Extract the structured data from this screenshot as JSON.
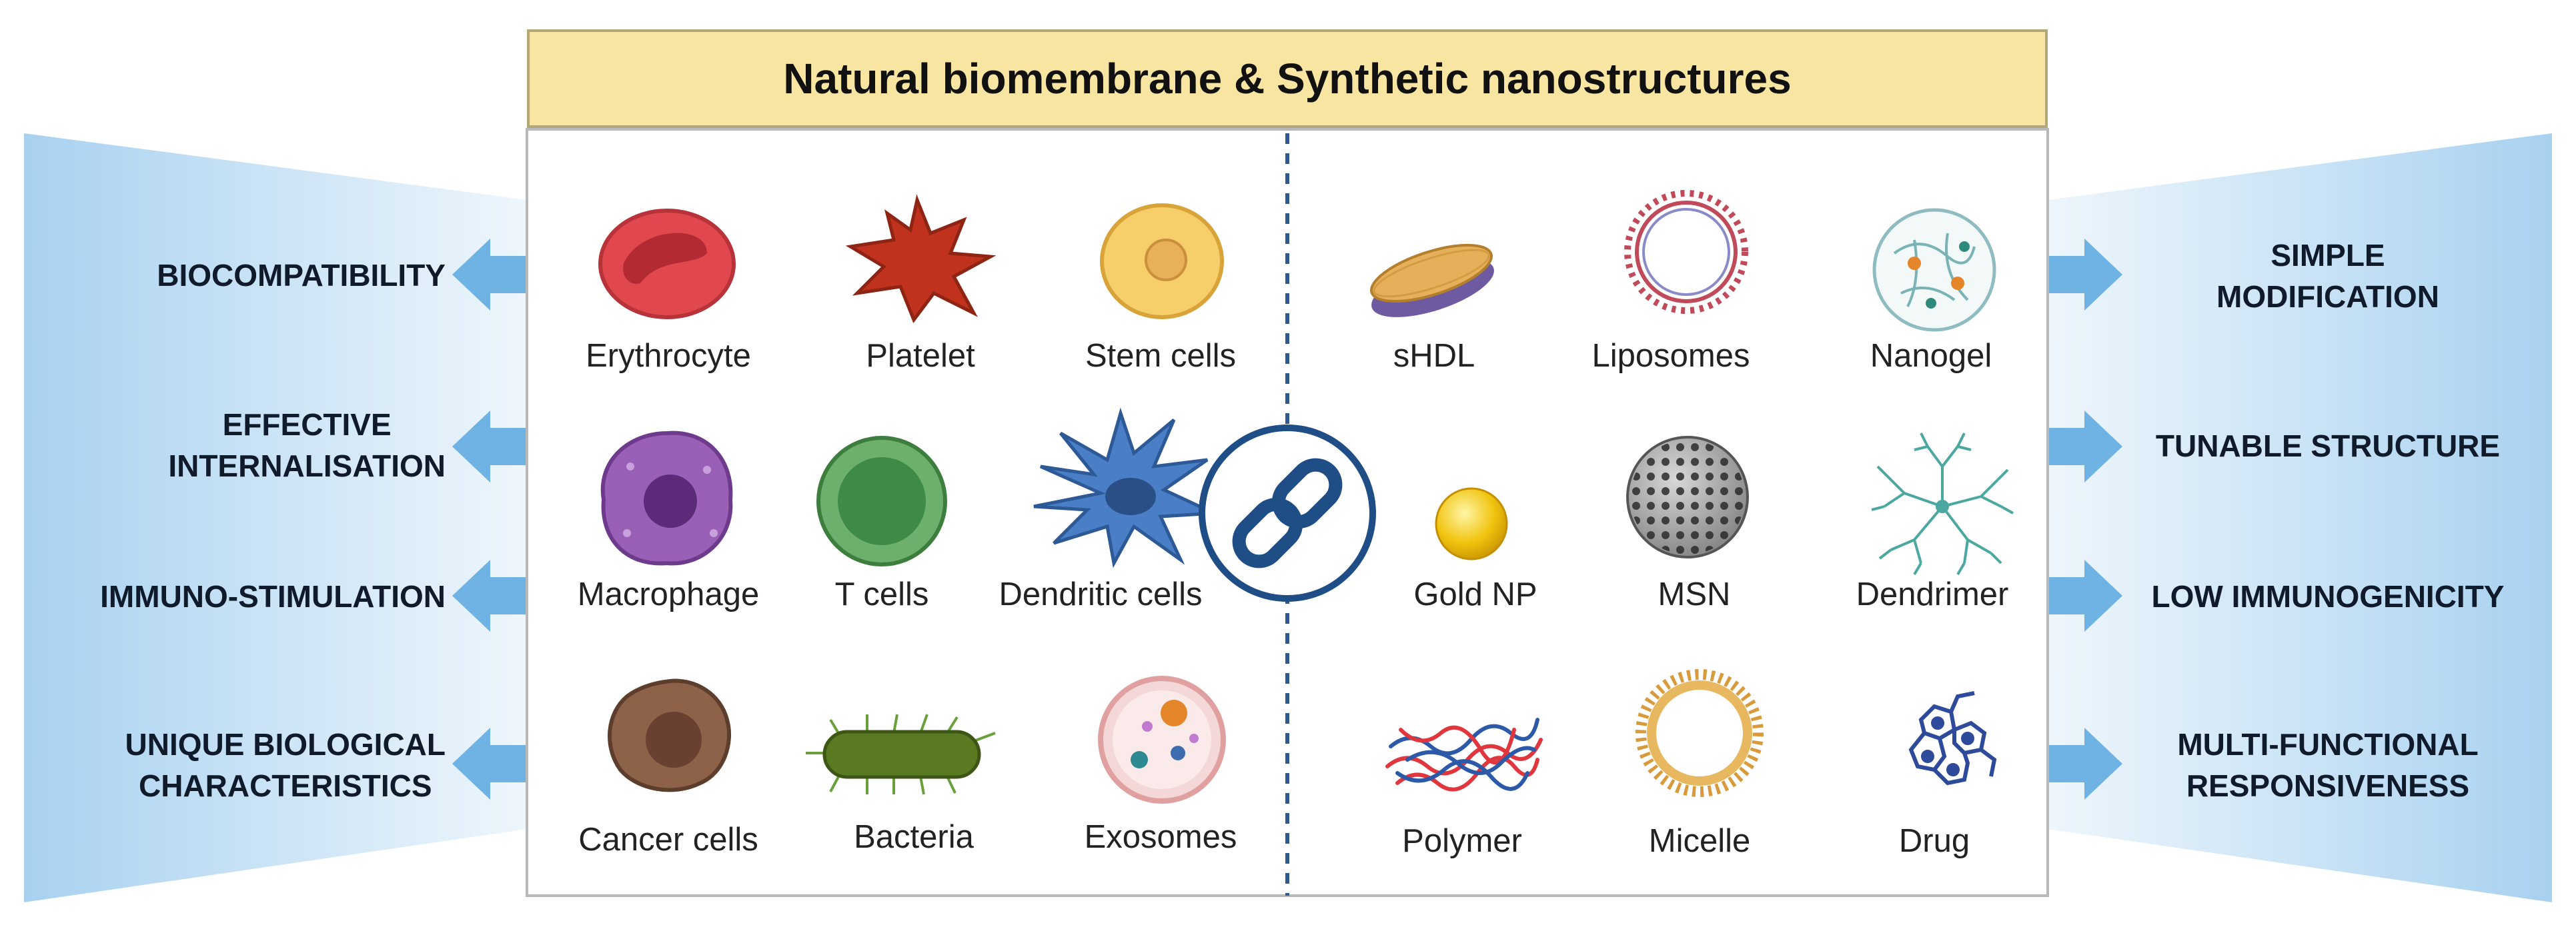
{
  "header": {
    "title": "Natural biomembrane  &  Synthetic nanostructures"
  },
  "natural": {
    "items": [
      {
        "label": "Erythrocyte",
        "icon": "erythrocyte-icon"
      },
      {
        "label": "Platelet",
        "icon": "platelet-icon"
      },
      {
        "label": "Stem cells",
        "icon": "stem-cell-icon"
      },
      {
        "label": "Macrophage",
        "icon": "macrophage-icon"
      },
      {
        "label": "T cells",
        "icon": "t-cell-icon"
      },
      {
        "label": "Dendritic cells",
        "icon": "dendritic-cell-icon"
      },
      {
        "label": "Cancer cells",
        "icon": "cancer-cell-icon"
      },
      {
        "label": "Bacteria",
        "icon": "bacteria-icon"
      },
      {
        "label": "Exosomes",
        "icon": "exosome-icon"
      }
    ],
    "properties": [
      {
        "lines": [
          "BIOCOMPATIBILITY"
        ]
      },
      {
        "lines": [
          "EFFECTIVE",
          "INTERNALISATION"
        ]
      },
      {
        "lines": [
          "IMMUNO-STIMULATION"
        ]
      },
      {
        "lines": [
          "UNIQUE BIOLOGICAL",
          "CHARACTERISTICS"
        ]
      }
    ]
  },
  "synthetic": {
    "items": [
      {
        "label": "sHDL",
        "icon": "shdl-icon"
      },
      {
        "label": "Liposomes",
        "icon": "liposome-icon"
      },
      {
        "label": "Nanogel",
        "icon": "nanogel-icon"
      },
      {
        "label": "Gold NP",
        "icon": "gold-np-icon"
      },
      {
        "label": "MSN",
        "icon": "msn-icon"
      },
      {
        "label": "Dendrimer",
        "icon": "dendrimer-icon"
      },
      {
        "label": "Polymer",
        "icon": "polymer-icon"
      },
      {
        "label": "Micelle",
        "icon": "micelle-icon"
      },
      {
        "label": "Drug",
        "icon": "drug-icon"
      }
    ],
    "properties": [
      {
        "lines": [
          "SIMPLE",
          "MODIFICATION"
        ]
      },
      {
        "lines": [
          "TUNABLE STRUCTURE"
        ]
      },
      {
        "lines": [
          "LOW IMMUNOGENICITY"
        ]
      },
      {
        "lines": [
          "MULTI-FUNCTIONAL",
          "RESPONSIVENESS"
        ]
      }
    ]
  },
  "center": {
    "icon": "link-icon"
  },
  "colors": {
    "panel_blue": "#b9daf3",
    "arrow_blue": "#6fb3e4",
    "title_bg": "#f7e5a1",
    "divider": "#2f5a8f",
    "link_ring": "#1f4e86"
  }
}
